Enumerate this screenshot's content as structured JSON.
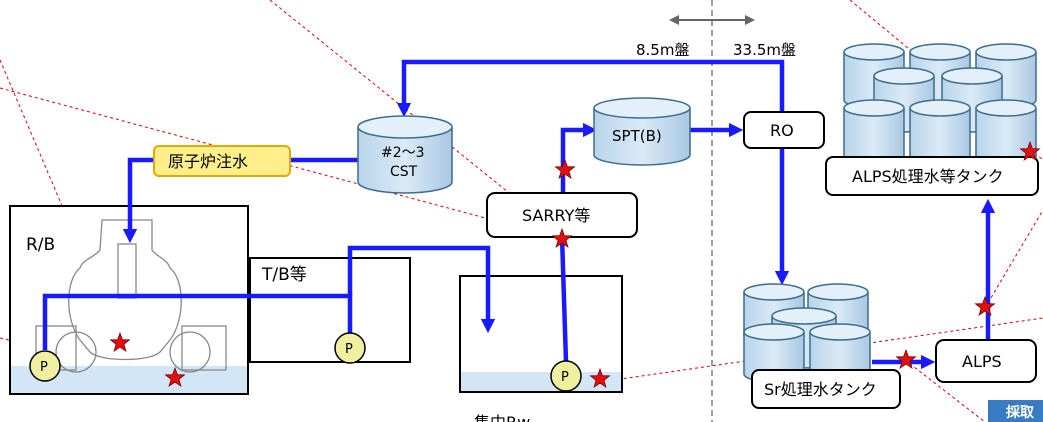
{
  "legend": {
    "zone_left": "8.5m盤",
    "zone_right": "33.5m盤"
  },
  "labels": {
    "reactor_injection": "原子炉注水",
    "cst_line1": "#2～3",
    "cst_line2": "CST",
    "spt": "SPT(B)",
    "ro": "RO",
    "sarry": "SARRY等",
    "rb": "R/B",
    "tb": "T/B等",
    "rw": "集中Rw",
    "alps_tank": "ALPS処理水等タンク",
    "alps": "ALPS",
    "sr_tank": "Sr処理水タンク",
    "pump": "P",
    "corner_tag": "採取"
  },
  "colors": {
    "flow": "#1a1aff",
    "tank_fill": "#c8dff0",
    "tank_stroke": "#3c6c8c",
    "injection_fill": "#ffef8a",
    "injection_stroke": "#e6a800",
    "pump_fill": "#f0f0a0",
    "star": "#e01010",
    "water": "#d2e6f5",
    "corner_tag": "#3a7cc4",
    "sample_line": "#e00000"
  }
}
